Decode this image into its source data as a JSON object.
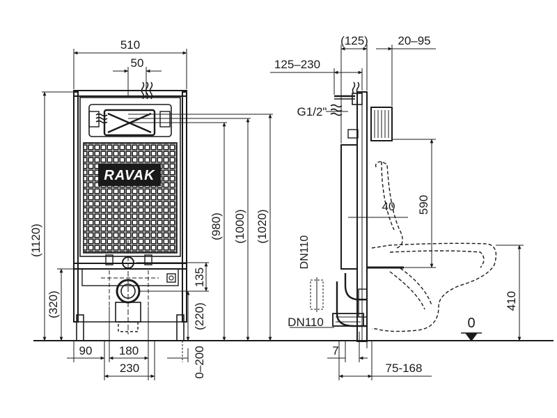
{
  "front_view": {
    "brand_logo": "RAVAK",
    "dims": {
      "width_510": "510",
      "offset_50": "50",
      "height_1120": "(1120)",
      "height_320": "(320)",
      "height_980": "(980)",
      "height_1000": "(1000)",
      "height_1020": "(1020)",
      "height_220": "(220)",
      "dim_135": "135",
      "dim_90": "90",
      "dim_180": "180",
      "dim_230": "230",
      "dim_0_200": "0–200"
    }
  },
  "side_view": {
    "dims": {
      "dim_125": "(125)",
      "dim_20_95": "20–95",
      "dim_125_230": "125–230",
      "thread_g12": "G1/2\"",
      "dim_40": "40",
      "dim_590": "590",
      "dn110_vertical": "DN110",
      "dn110_horizontal": "DN110",
      "dim_7": "7",
      "dim_75_168": "75-168",
      "dim_410": "410",
      "floor_zero": "0"
    }
  },
  "colors": {
    "line": "#1a1a1a",
    "background": "#ffffff"
  }
}
